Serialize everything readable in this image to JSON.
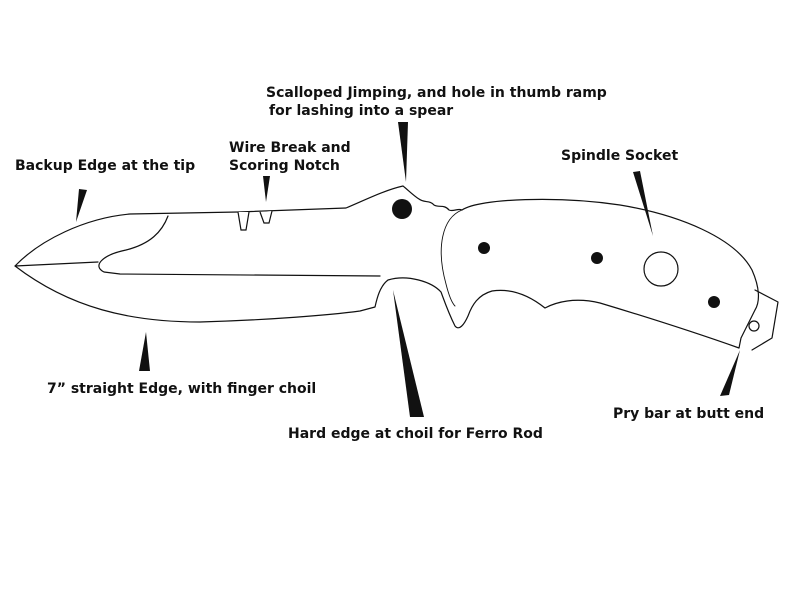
{
  "diagram": {
    "labels": {
      "backup_edge": "Backup Edge at the tip",
      "wire_break_line1": "Wire Break and",
      "wire_break_line2": "Scoring Notch",
      "scalloped_line1": "Scalloped Jimping, and hole in thumb ramp",
      "scalloped_line2": "for lashing into a spear",
      "spindle_socket": "Spindle Socket",
      "straight_edge": "7” straight Edge, with finger choil",
      "hard_edge": "Hard edge at choil for Ferro Rod",
      "pry_bar": "Pry bar at butt end"
    },
    "colors": {
      "ink": "#111111",
      "background": "#ffffff"
    }
  }
}
